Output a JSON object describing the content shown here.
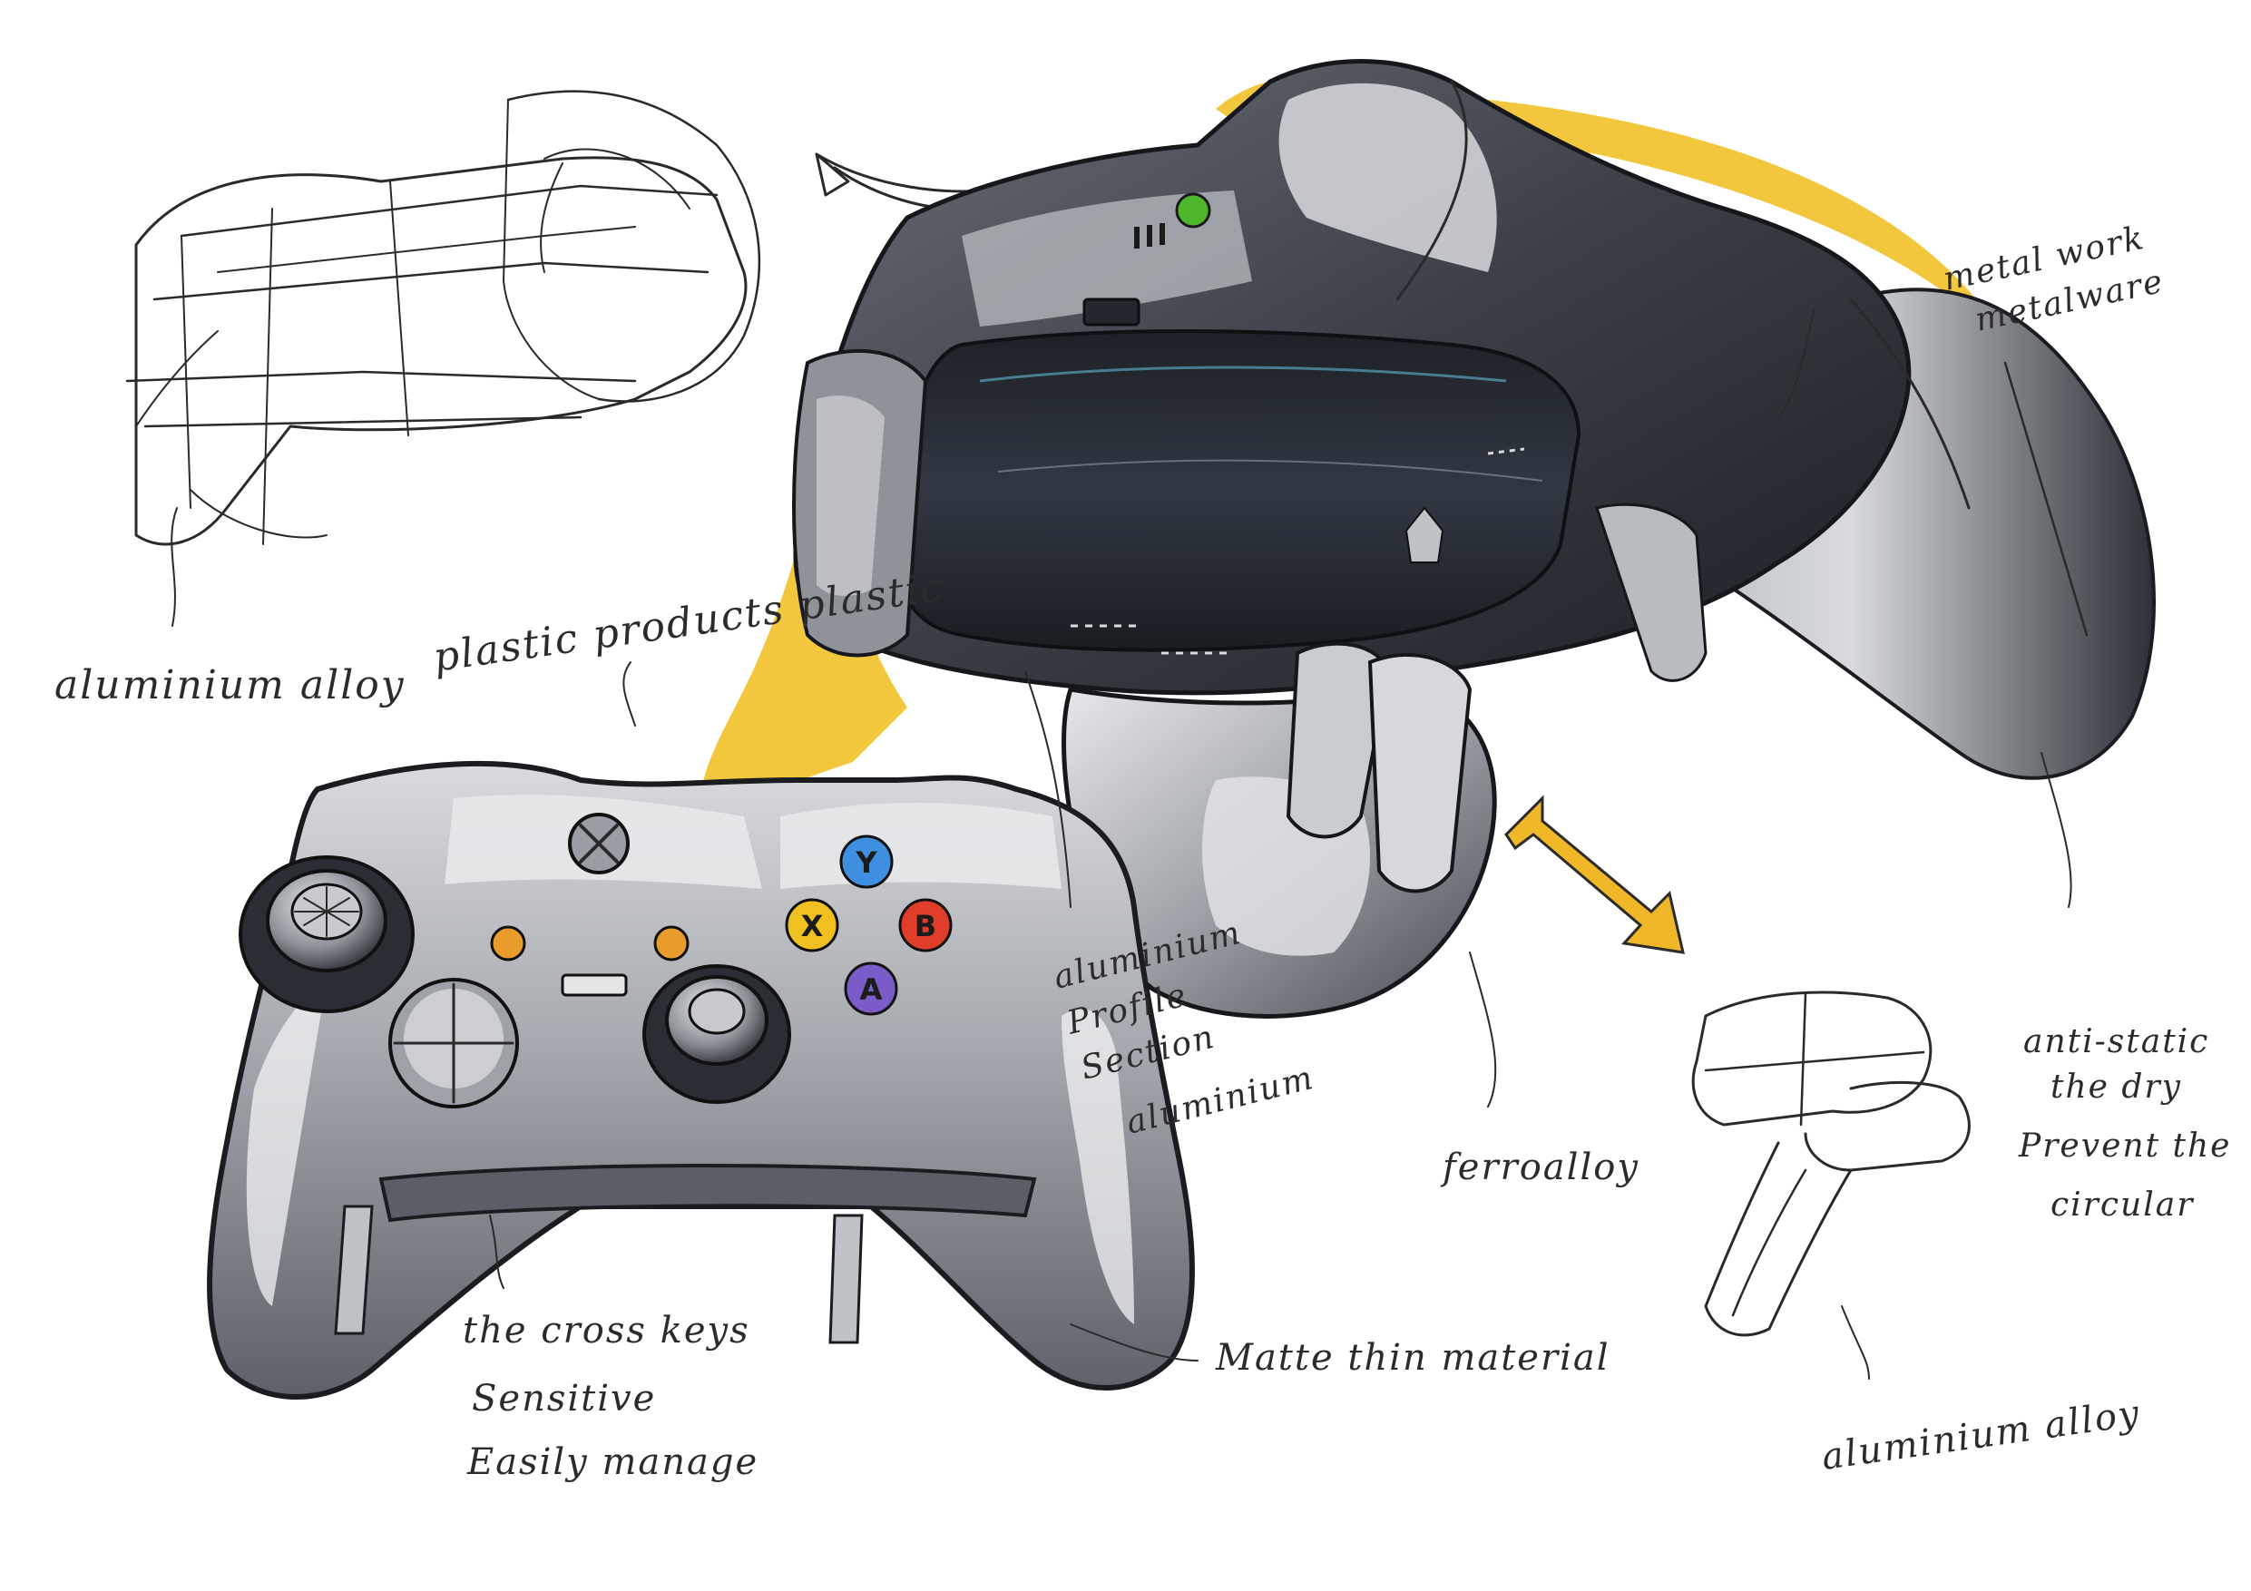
{
  "annotations": {
    "aluminium_alloy_left": "aluminium alloy",
    "plastic_products": "plastic products plastic",
    "metal_work": [
      "metal work",
      "metalware"
    ],
    "aluminium_profile": [
      "aluminium",
      "Profile",
      "Section",
      "aluminium"
    ],
    "ferroalloy": "ferroalloy",
    "anti_static": [
      "anti-static",
      "the dry",
      "Prevent the",
      "circular"
    ],
    "cross_keys": [
      "the cross keys",
      "Sensitive",
      "Easily manage"
    ],
    "matte_thin": "Matte thin material",
    "aluminium_alloy_right": "aluminium alloy"
  },
  "face_buttons": [
    {
      "label": "Y",
      "color": "#3f8fe0"
    },
    {
      "label": "X",
      "color": "#f0c020"
    },
    {
      "label": "B",
      "color": "#e03c2a"
    },
    {
      "label": "A",
      "color": "#7a5cc8"
    }
  ],
  "colors": {
    "marker_yellow": "#f2c22c",
    "body_grey": "#8d9098",
    "body_dark": "#2a2e35",
    "accent_orange": "#e99b2b",
    "status_green": "#4fb52a"
  },
  "icons": [
    "xbox-logo-icon",
    "green-status-light-icon",
    "double-arrow-icon"
  ]
}
